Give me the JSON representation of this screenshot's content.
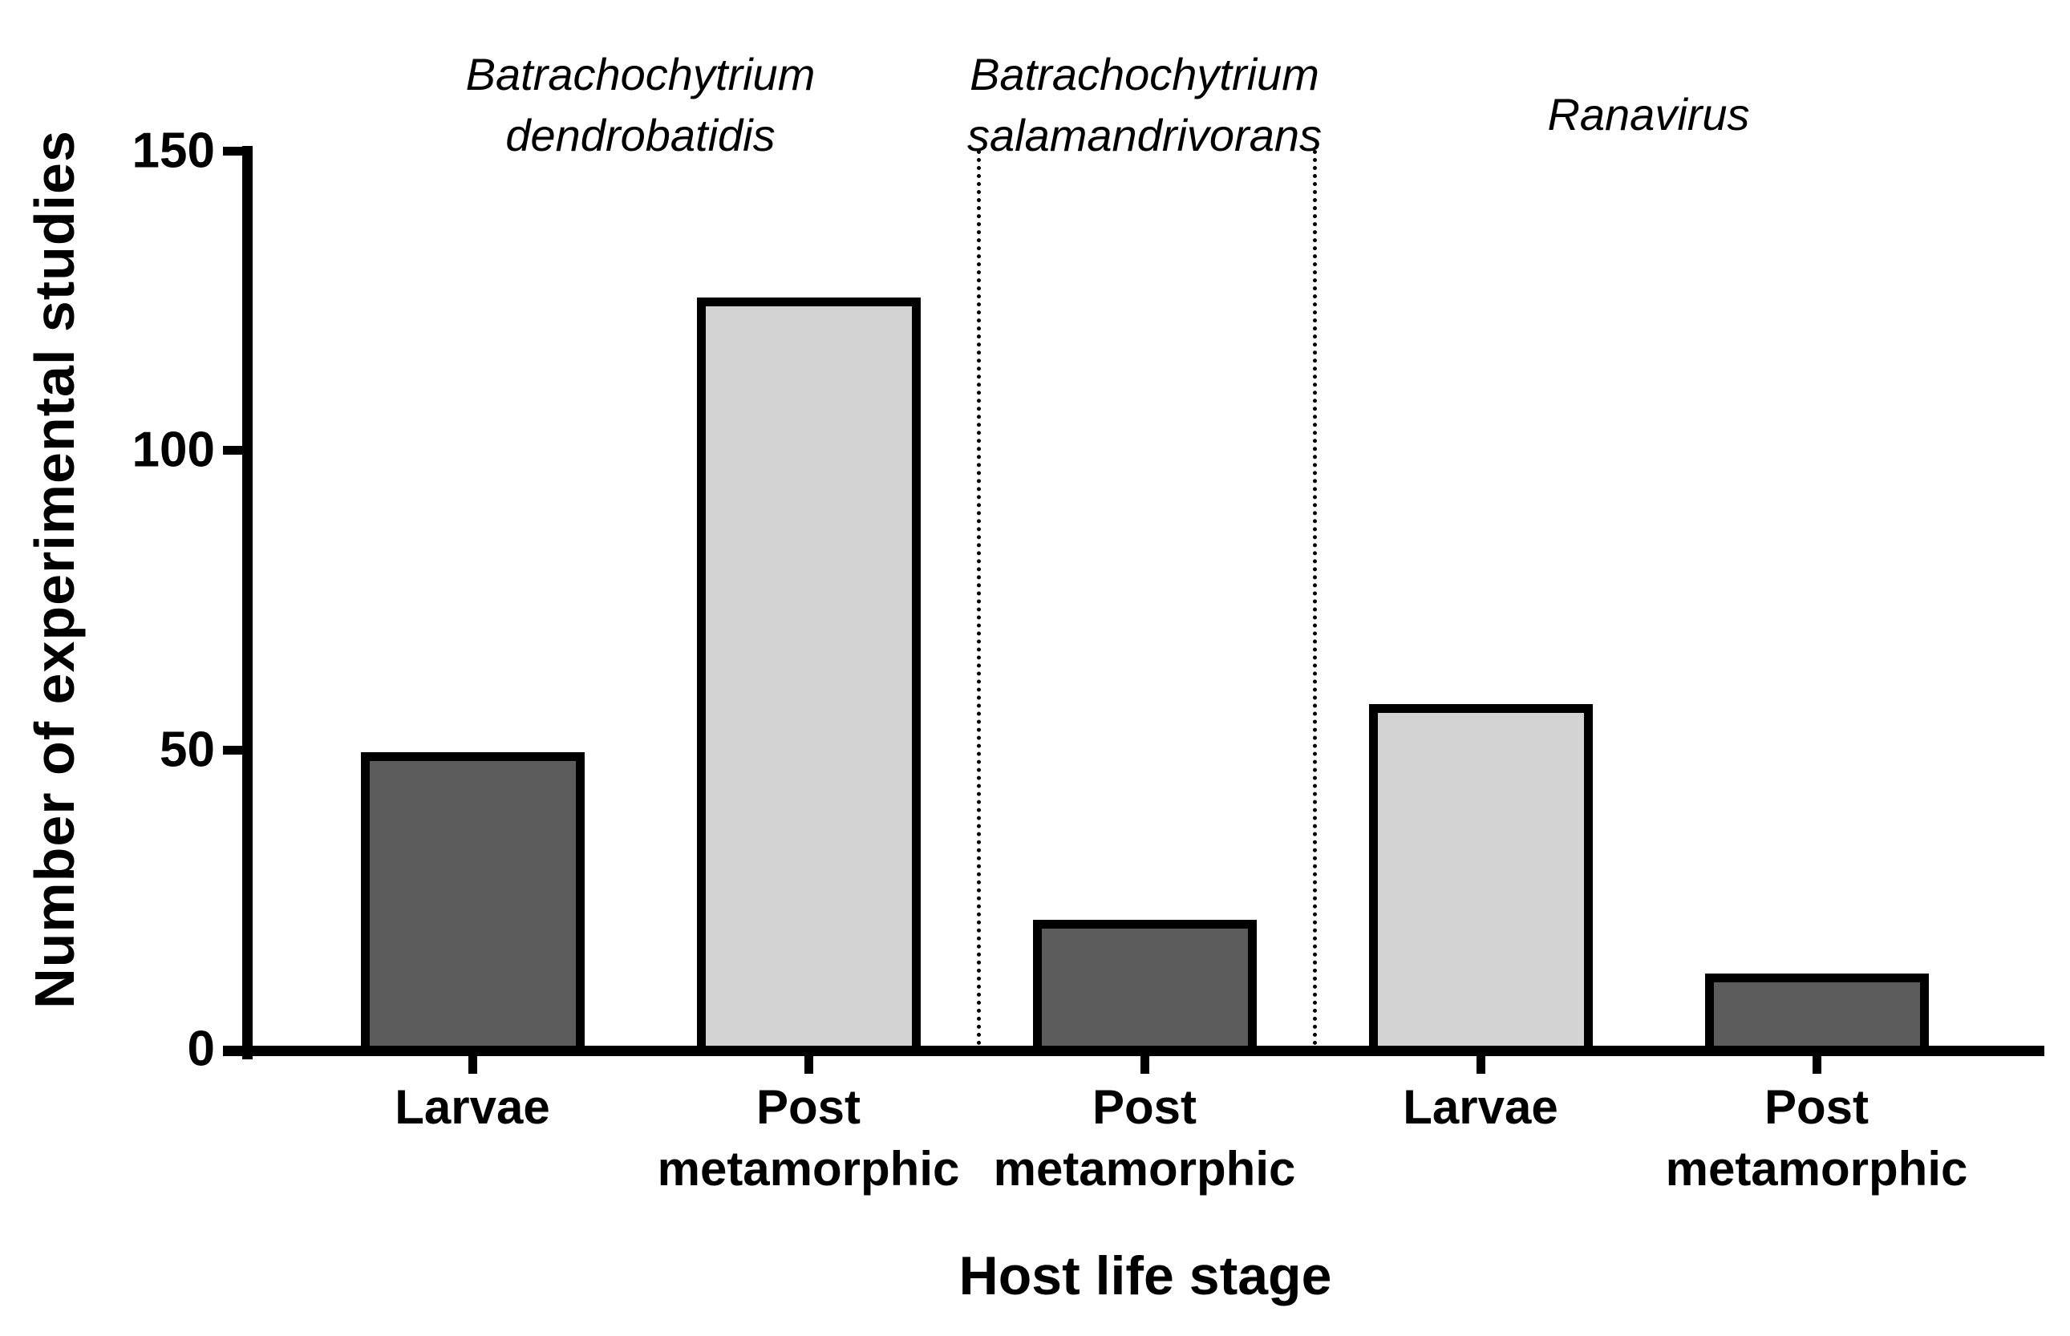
{
  "chart_data": {
    "type": "bar",
    "title": "",
    "xlabel": "Host life stage",
    "ylabel": "Number of experimental studies",
    "ylim": [
      0,
      150
    ],
    "yticks": [
      0,
      50,
      100,
      150
    ],
    "grid": false,
    "legend": "none",
    "categories": [
      "Larvae",
      "Post\nmetamorphic",
      "Post\nmetamorphic",
      "Larvae",
      "Post\nmetamorphic"
    ],
    "values": [
      49,
      125,
      21,
      57,
      12
    ],
    "bar_colors": [
      "#5c5c5c",
      "#d3d3d3",
      "#5c5c5c",
      "#d3d3d3",
      "#5c5c5c"
    ],
    "bar_border_color": "#000000",
    "axis_color": "#000000",
    "background_color": "#ffffff",
    "groups": [
      {
        "label": "Batrachochytrium\ndendrobatidis",
        "bars": [
          0,
          1
        ]
      },
      {
        "label": "Batrachochytrium\nsalamandrivorans",
        "bars": [
          2
        ]
      },
      {
        "label": "Ranavirus",
        "bars": [
          3,
          4
        ]
      }
    ],
    "group_separator_style": "dotted-vertical-line"
  }
}
